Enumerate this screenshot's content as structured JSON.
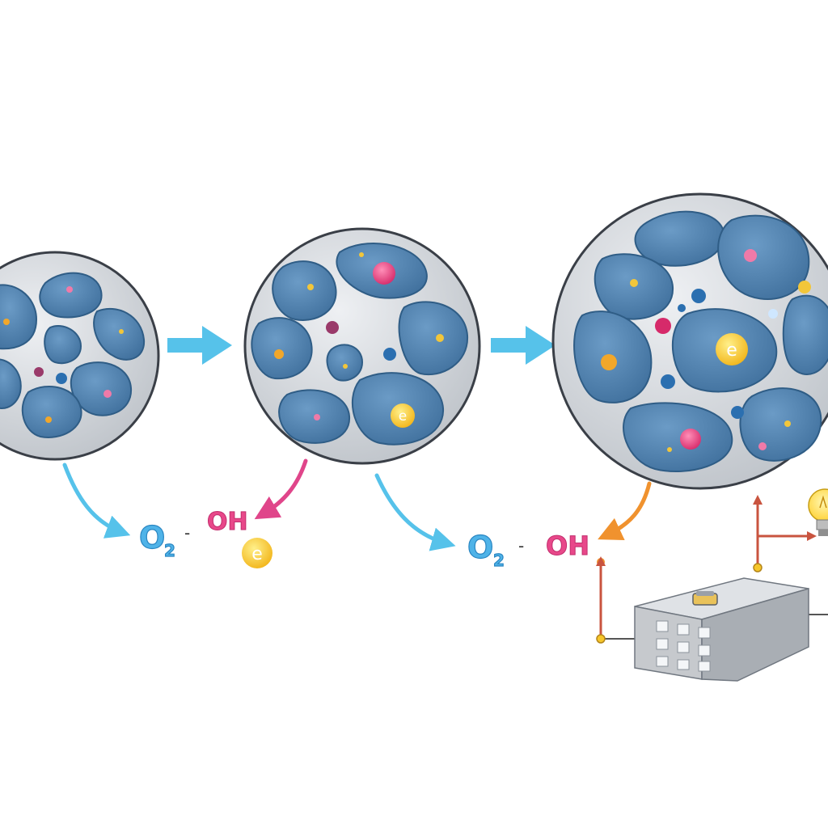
{
  "diagram": {
    "labels": {
      "o2_main": "O",
      "o2_sub": "2",
      "dash": "-",
      "oh": "OH",
      "electron": "e"
    },
    "colors": {
      "cell_fill": "#d9dde2",
      "cell_stroke": "#3a3f47",
      "pore_fill": "#4a7fb0",
      "pore_stroke": "#2f5d86",
      "arrow_blue": "#56c2ea",
      "arrow_pink": "#e0458a",
      "arrow_orange": "#f0922e",
      "wire_red": "#c9543f",
      "device_gray": "#c6c9cd",
      "bulb_yellow": "#ffd84a",
      "electron_yellow": "#f6c62a"
    },
    "icons": [
      "right-arrow-icon",
      "curved-arrow-icon",
      "light-bulb-icon",
      "battery-device-icon"
    ]
  }
}
